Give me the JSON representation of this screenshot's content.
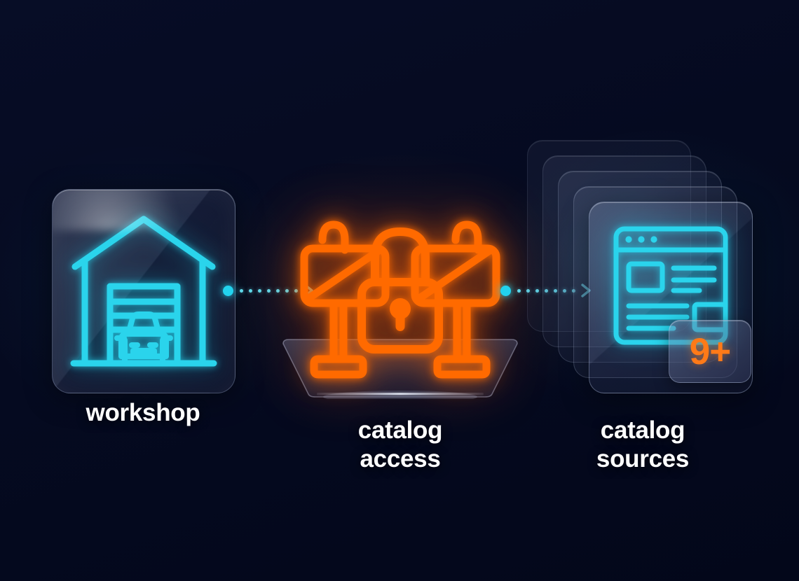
{
  "scene": {
    "background_color": "#050a22",
    "accent_cyan": "#22d3ee",
    "accent_orange": "#ff6a00",
    "label_color": "#ffffff"
  },
  "nodes": [
    {
      "id": "workshop",
      "label": "workshop",
      "icon": "garage-with-car-icon",
      "icon_color": "#2ad4ec",
      "container": "glass-card"
    },
    {
      "id": "catalog-access",
      "label": "catalog\naccess",
      "icon": "barriers-with-padlock-icon",
      "icon_color": "#ff6a00",
      "container": "glass-platform"
    },
    {
      "id": "catalog-sources",
      "label": "catalog\nsources",
      "icon": "browser-window-icon",
      "icon_color": "#2ad4ec",
      "container": "card-stack",
      "stack_count": 5,
      "badge": "9+",
      "badge_color": "#ff7a18"
    }
  ],
  "connectors": [
    {
      "id": "workshop-to-catalog-access",
      "from": "workshop",
      "to": "catalog-access",
      "style": "dotted-arrow",
      "dot_count": 7,
      "color": "#22d3ee"
    },
    {
      "id": "catalog-access-to-catalog-sources",
      "from": "catalog-access",
      "to": "catalog-sources",
      "style": "dotted-arrow",
      "dot_count": 7,
      "color": "#22d3ee"
    }
  ]
}
